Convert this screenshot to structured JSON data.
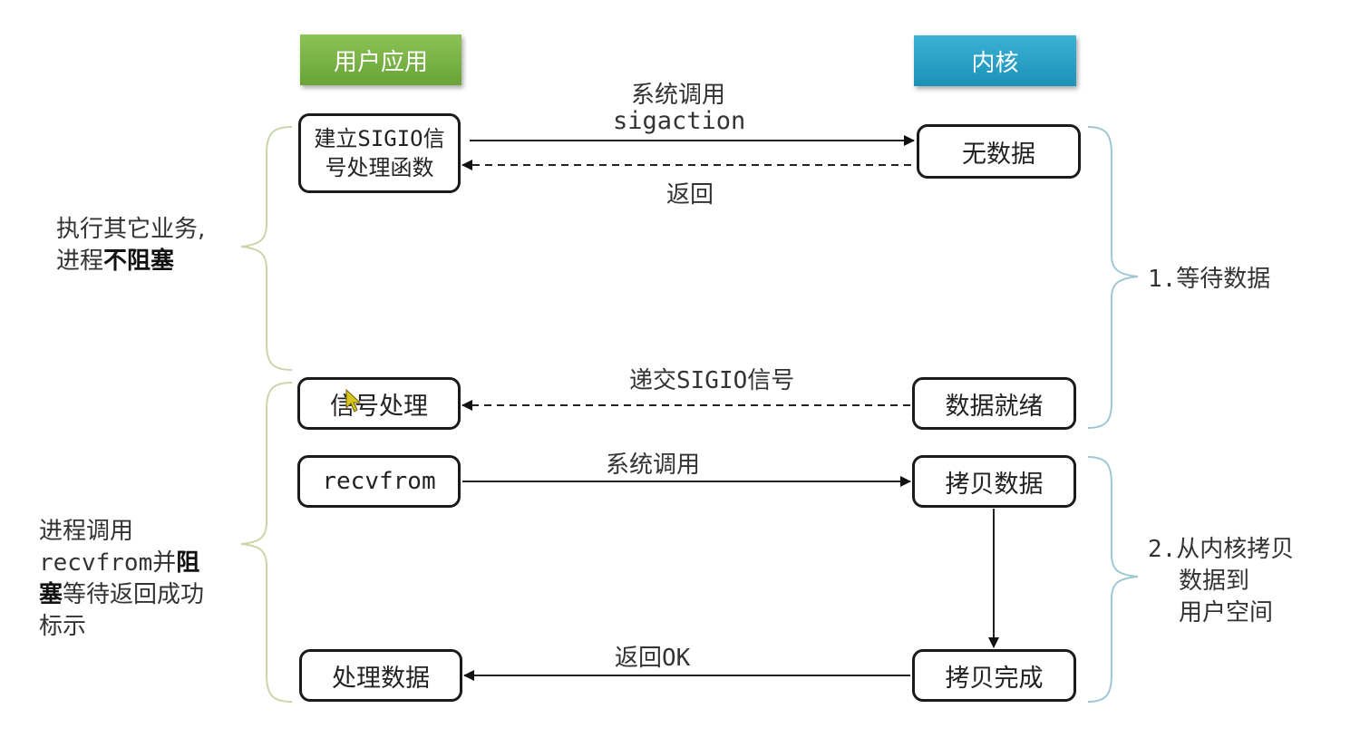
{
  "headers": {
    "user_app": "用户应用",
    "kernel": "内核"
  },
  "user_boxes": {
    "register_line1": "建立SIGIO信",
    "register_line2": "号处理函数",
    "signal_handle": "信号处理",
    "recvfrom": "recvfrom",
    "process_data": "处理数据"
  },
  "kernel_boxes": {
    "no_data": "无数据",
    "data_ready": "数据就绪",
    "copy_data": "拷贝数据",
    "copy_done": "拷贝完成"
  },
  "arrows": {
    "syscall_1": "系统调用",
    "sigaction": "sigaction",
    "return_1": "返回",
    "deliver_signal": "递交SIGIO信号",
    "syscall_2": "系统调用",
    "return_ok": "返回OK"
  },
  "notes": {
    "nonblock_line1": "执行其它业务,",
    "nonblock_line2_prefix": "进程",
    "nonblock_line2_bold": "不阻塞",
    "block_line1": "进程调用",
    "block_line2_prefix": "recvfrom并",
    "block_line2_bold": "阻",
    "block_line3_bold": "塞",
    "block_line3_suffix": "等待返回成功",
    "block_line4": "标示",
    "wait_stage": "1.等待数据",
    "copy_stage_line1": "2.从内核拷贝",
    "copy_stage_line2": "数据到",
    "copy_stage_line3": "用户空间"
  },
  "colors": {
    "user_header": "#7ab447",
    "kernel_header": "#2aa3c8",
    "brace_left": "#c9d6a8",
    "brace_right": "#9fc7d3",
    "cursor": "#d8c51f"
  }
}
